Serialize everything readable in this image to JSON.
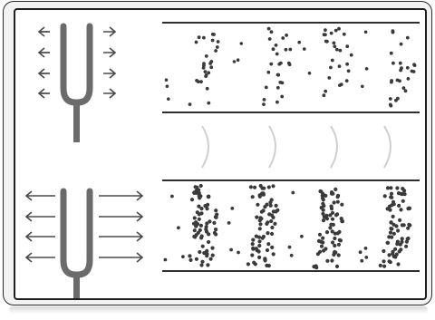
{
  "illustration": {
    "subject": "",
    "colors": {
      "frame": "#1f1f1f",
      "ink": "#4a4a4a",
      "fork": "#6b6b6b",
      "particle": "#3a3a3a",
      "wavefront": "#cfcfcf",
      "background": "#ffffff"
    },
    "panels": [
      {
        "name": "top",
        "fork_arrows_per_side": 4,
        "arrow_style": "short",
        "bands": 4,
        "density": "sparse"
      },
      {
        "name": "bottom",
        "fork_arrows_per_side": 4,
        "arrow_style": "long",
        "bands": 4,
        "density": "dense"
      }
    ],
    "wavefronts": 4
  }
}
